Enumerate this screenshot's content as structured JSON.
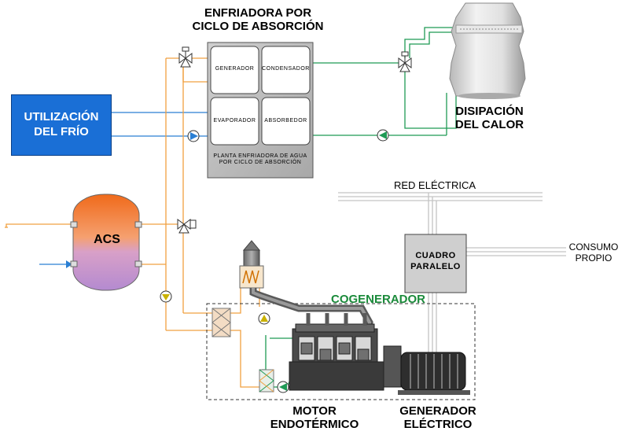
{
  "titles": {
    "chiller_line1": "ENFRIADORA POR",
    "chiller_line2": "CICLO DE ABSORCIÓN",
    "heat_line1": "DISIPACIÓN",
    "heat_line2": "DEL CALOR",
    "grid": "RED ELÉCTRICA",
    "consumption_line1": "CONSUMO",
    "consumption_line2": "PROPIO",
    "cogen": "COGENERADOR",
    "engine_line1": "MOTOR",
    "engine_line2": "ENDOTÉRMICO",
    "generator_line1": "GENERADOR",
    "generator_line2": "ELÉCTRICO"
  },
  "chiller": {
    "cells": [
      "GENERADOR",
      "CONDENSADOR",
      "EVAPORADOR",
      "ABSORBEDOR"
    ],
    "caption_line1": "PLANTA ENFRIADORA DE AGUA",
    "caption_line2": "POR CICLO DE ABSORCIÓN"
  },
  "utilization": {
    "line1": "UTILIZACIÓN",
    "line2": "DEL FRÍO"
  },
  "acs": {
    "label": "ACS"
  },
  "panel": {
    "line1": "CUADRO",
    "line2": "PARALELO"
  },
  "colors": {
    "hot_water": "#f0a040",
    "chilled_water": "#2a7fd4",
    "cooling_water": "#1f9a55",
    "electric": "#c0c0c0",
    "utilization_fill": "#1a6fd6",
    "cogen_label": "#1a8a3a"
  }
}
